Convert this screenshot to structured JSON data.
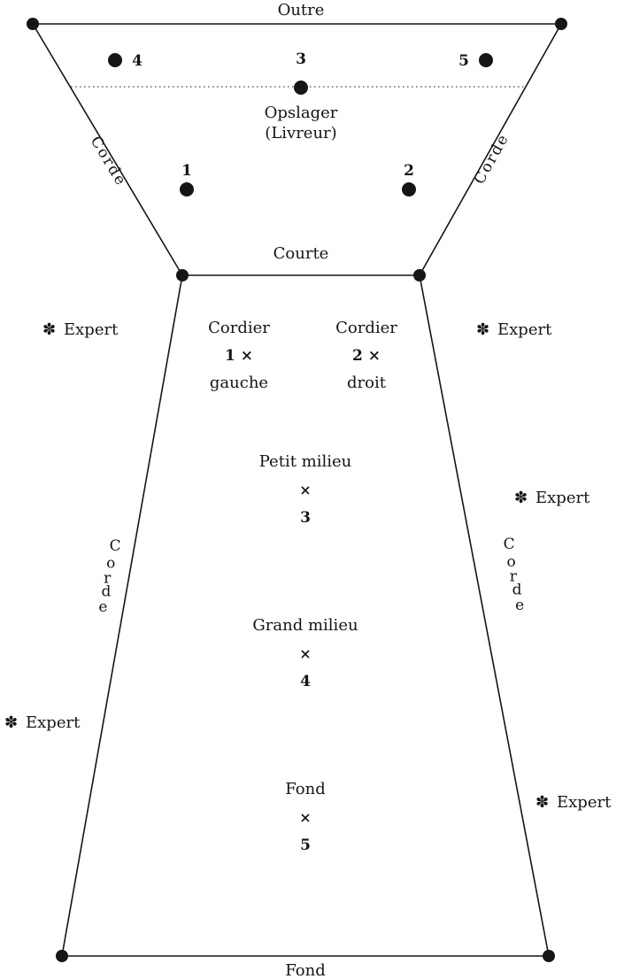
{
  "court": {
    "edge_labels": {
      "outre": "Outre",
      "courte": "Courte",
      "fond": "Fond",
      "corde_upper_left": "Corde",
      "corde_upper_right": "Corde",
      "corde_lower_left": "Corde",
      "corde_lower_right": "Corde"
    },
    "server": {
      "line1": "Opslager",
      "line2": "(Livreur)"
    },
    "player_numbers": {
      "p1": "1",
      "p2": "2",
      "p3": "3",
      "p4": "4",
      "p5": "5"
    },
    "positions": [
      {
        "id": "cordier-gauche",
        "lines": [
          "Cordier",
          "1 ×",
          "gauche"
        ]
      },
      {
        "id": "cordier-droit",
        "lines": [
          "Cordier",
          "2 ×",
          "droit"
        ]
      },
      {
        "id": "petit-milieu",
        "lines": [
          "Petit milieu",
          "×",
          "3"
        ]
      },
      {
        "id": "grand-milieu",
        "lines": [
          "Grand milieu",
          "×",
          "4"
        ]
      },
      {
        "id": "fond-position",
        "lines": [
          "Fond",
          "×",
          "5"
        ]
      }
    ],
    "expert": {
      "icon": "✽",
      "label": "Expert"
    }
  }
}
